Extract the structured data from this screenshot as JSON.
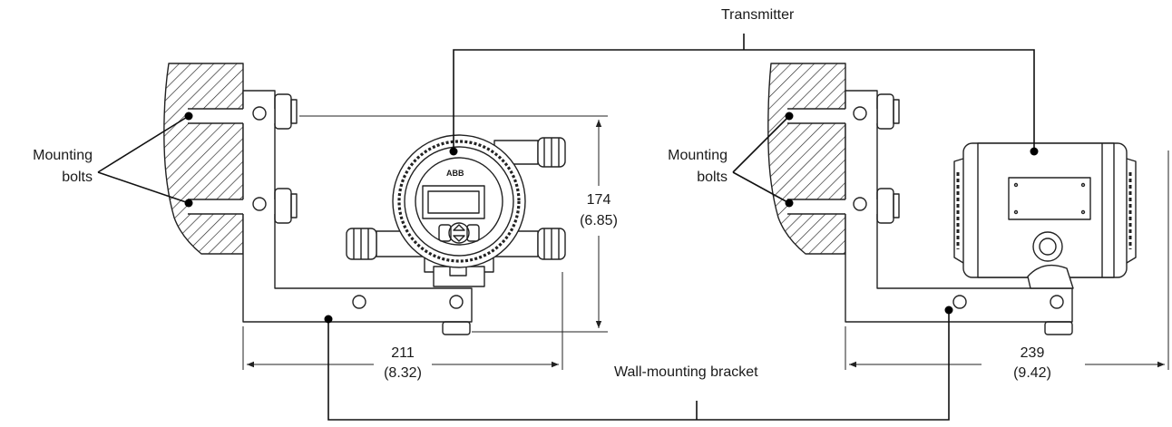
{
  "labels": {
    "transmitter": "Transmitter",
    "mounting_bolts_left": [
      "Mounting",
      "bolts"
    ],
    "mounting_bolts_right": [
      "Mounting",
      "bolts"
    ],
    "wall_bracket": "Wall-mounting bracket",
    "height_mm": "174",
    "height_in": "(6.85)",
    "width_left_mm": "211",
    "width_left_in": "(8.32)",
    "width_right_mm": "239",
    "width_right_in": "(9.42)",
    "brand": "ABB"
  }
}
